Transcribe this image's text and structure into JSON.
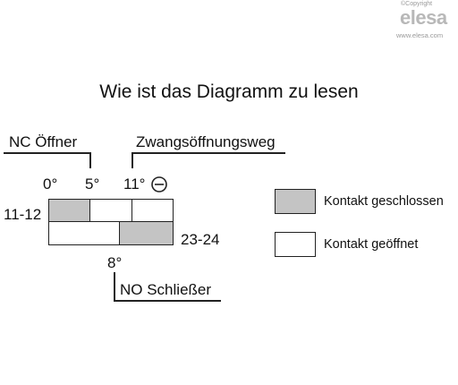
{
  "watermark": {
    "copyright": "©Copyright",
    "logo": "elesa",
    "url": "www.elesa.com"
  },
  "title": "Wie ist das Diagramm zu lesen",
  "labels": {
    "nc": "NC Öffner",
    "forced": "Zwangsöffnungsweg",
    "deg0": "0°",
    "deg5": "5°",
    "deg11": "11°",
    "deg8": "8°",
    "contact_top": "11-12",
    "contact_bottom": "23-24",
    "no": "NO Schließer"
  },
  "forced_opening_icon": "minus-circle-icon",
  "legend": {
    "closed": "Kontakt geschlossen",
    "open": "Kontakt geöffnet"
  },
  "colors": {
    "closed_fill": "#c4c4c4",
    "open_fill": "#ffffff"
  }
}
